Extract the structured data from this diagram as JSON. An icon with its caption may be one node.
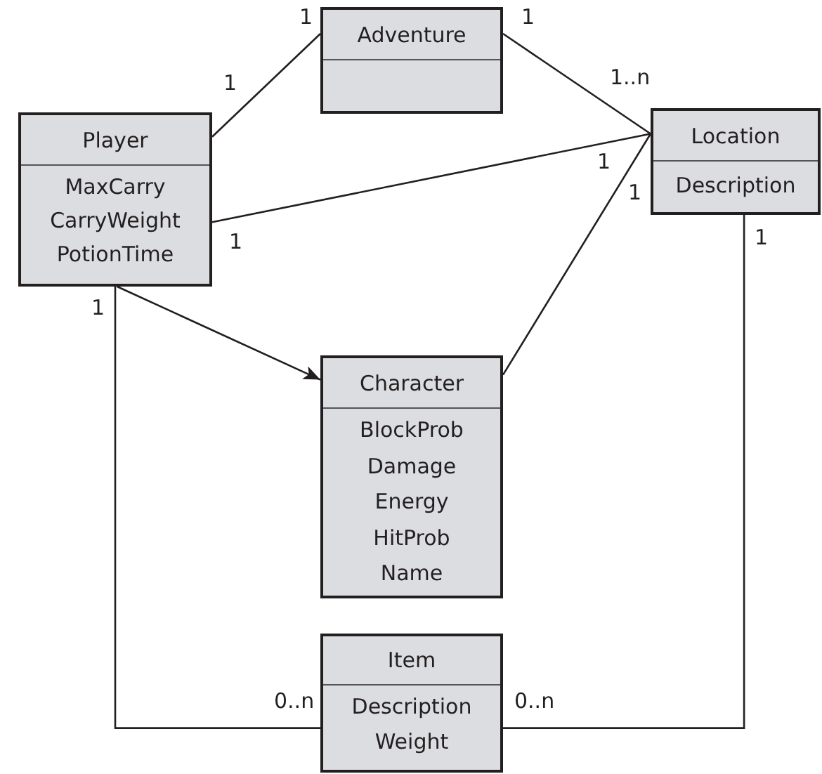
{
  "diagram": {
    "nodes": [
      {
        "text": [
          "Adventure"
        ]
      },
      {
        "text": [
          "Player",
          "MaxCarry",
          "CarryWeight",
          "PotionTime"
        ]
      },
      {
        "text": [
          "Location",
          "Description"
        ]
      },
      {
        "text": [
          "Character",
          "BlockProb",
          "Damage",
          "Energy",
          "HitProb",
          "Name"
        ]
      },
      {
        "text": [
          "Item",
          "Description",
          "Weight"
        ]
      }
    ],
    "edges": [
      {
        "from": 1,
        "to": 0,
        "arrow": "none"
      },
      {
        "from": 0,
        "to": 2,
        "arrow": "none"
      },
      {
        "from": 1,
        "to": 2,
        "arrow": "none"
      },
      {
        "from": 1,
        "to": 3,
        "arrow": "to"
      },
      {
        "from": 3,
        "to": 2,
        "arrow": "none"
      },
      {
        "from": 1,
        "to": 4,
        "arrow": "none"
      },
      {
        "from": 2,
        "to": 4,
        "arrow": "none"
      }
    ],
    "labels": [
      "1",
      "1",
      "1",
      "1..n",
      "1",
      "1",
      "1",
      "1",
      "1",
      "0..n",
      "0..n"
    ]
  }
}
